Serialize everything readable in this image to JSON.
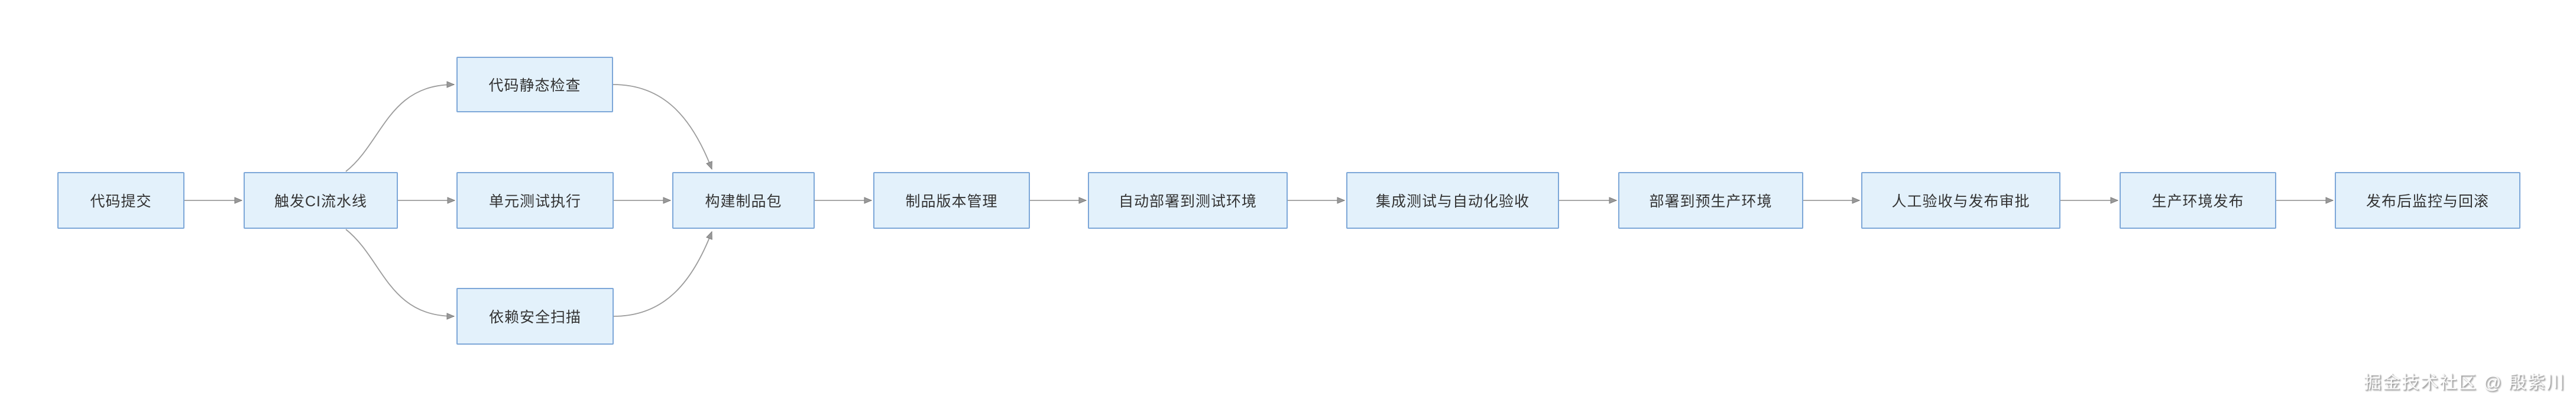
{
  "diagram": {
    "type": "flowchart-left-to-right",
    "title": "CI/CD pipeline flow",
    "colors": {
      "node_fill": "#e3f1fb",
      "node_border": "#7da7d8",
      "node_text": "#333333",
      "edge_line": "#9c9c9c",
      "arrowhead": "#999999",
      "background": "#ffffff"
    },
    "nodes": [
      {
        "id": "code-commit",
        "label": "代码提交"
      },
      {
        "id": "trigger-ci",
        "label": "触发CI流水线"
      },
      {
        "id": "static-check",
        "label": "代码静态检查"
      },
      {
        "id": "unit-test",
        "label": "单元测试执行"
      },
      {
        "id": "dependency-scan",
        "label": "依赖安全扫描"
      },
      {
        "id": "build-artifact",
        "label": "构建制品包"
      },
      {
        "id": "artifact-version",
        "label": "制品版本管理"
      },
      {
        "id": "deploy-test-env",
        "label": "自动部署到测试环境"
      },
      {
        "id": "integration-test",
        "label": "集成测试与自动化验收"
      },
      {
        "id": "deploy-staging",
        "label": "部署到预生产环境"
      },
      {
        "id": "manual-approval",
        "label": "人工验收与发布审批"
      },
      {
        "id": "prod-release",
        "label": "生产环境发布"
      },
      {
        "id": "monitor-rollback",
        "label": "发布后监控与回滚"
      }
    ],
    "edges": [
      {
        "from": "code-commit",
        "to": "trigger-ci"
      },
      {
        "from": "trigger-ci",
        "to": "static-check"
      },
      {
        "from": "trigger-ci",
        "to": "unit-test"
      },
      {
        "from": "trigger-ci",
        "to": "dependency-scan"
      },
      {
        "from": "static-check",
        "to": "build-artifact"
      },
      {
        "from": "unit-test",
        "to": "build-artifact"
      },
      {
        "from": "dependency-scan",
        "to": "build-artifact"
      },
      {
        "from": "build-artifact",
        "to": "artifact-version"
      },
      {
        "from": "artifact-version",
        "to": "deploy-test-env"
      },
      {
        "from": "deploy-test-env",
        "to": "integration-test"
      },
      {
        "from": "integration-test",
        "to": "deploy-staging"
      },
      {
        "from": "deploy-staging",
        "to": "manual-approval"
      },
      {
        "from": "manual-approval",
        "to": "prod-release"
      },
      {
        "from": "prod-release",
        "to": "monitor-rollback"
      }
    ]
  },
  "watermark": {
    "text": "掘金技术社区 @ 殷紫川"
  }
}
